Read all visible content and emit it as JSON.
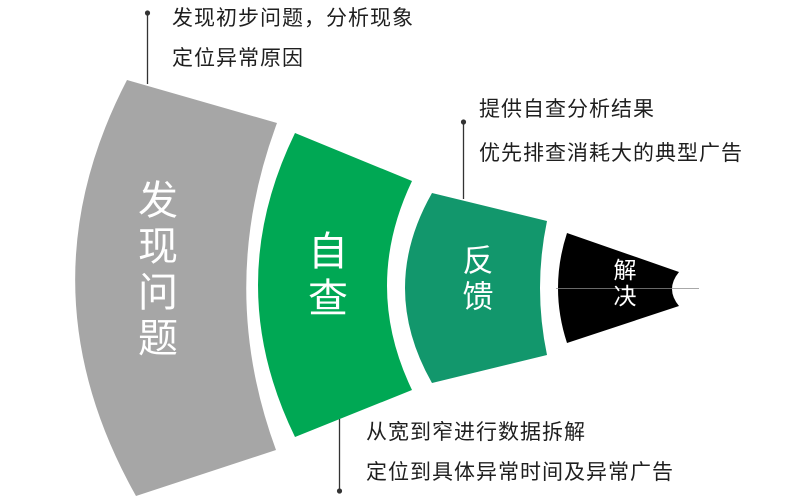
{
  "funnel": {
    "stages": [
      {
        "id": "discover-problem",
        "label": "发现问题",
        "color": "#A6A6A6"
      },
      {
        "id": "self-check",
        "label": "自查",
        "color": "#00A854"
      },
      {
        "id": "feedback",
        "label": "反馈",
        "color": "#12976C"
      },
      {
        "id": "resolve",
        "label": "解决",
        "color": "#000000"
      }
    ]
  },
  "annotations": {
    "top_left": {
      "line1": "发现初步问题，分析现象",
      "line2": "定位异常原因"
    },
    "top_middle": {
      "line1": "提供自查分析结果",
      "line2": "优先排查消耗大的典型广告"
    },
    "bottom": {
      "line1": "从宽到窄进行数据拆解",
      "line2": "定位到具体异常时间及异常广告"
    }
  },
  "colors": {
    "background": "#FFFFFF",
    "stage_label_text": "#FFFFFF",
    "annotation_text": "#1F1F1F",
    "callout_line": "#333333",
    "axis_guide_line": "#8C8C8C"
  }
}
